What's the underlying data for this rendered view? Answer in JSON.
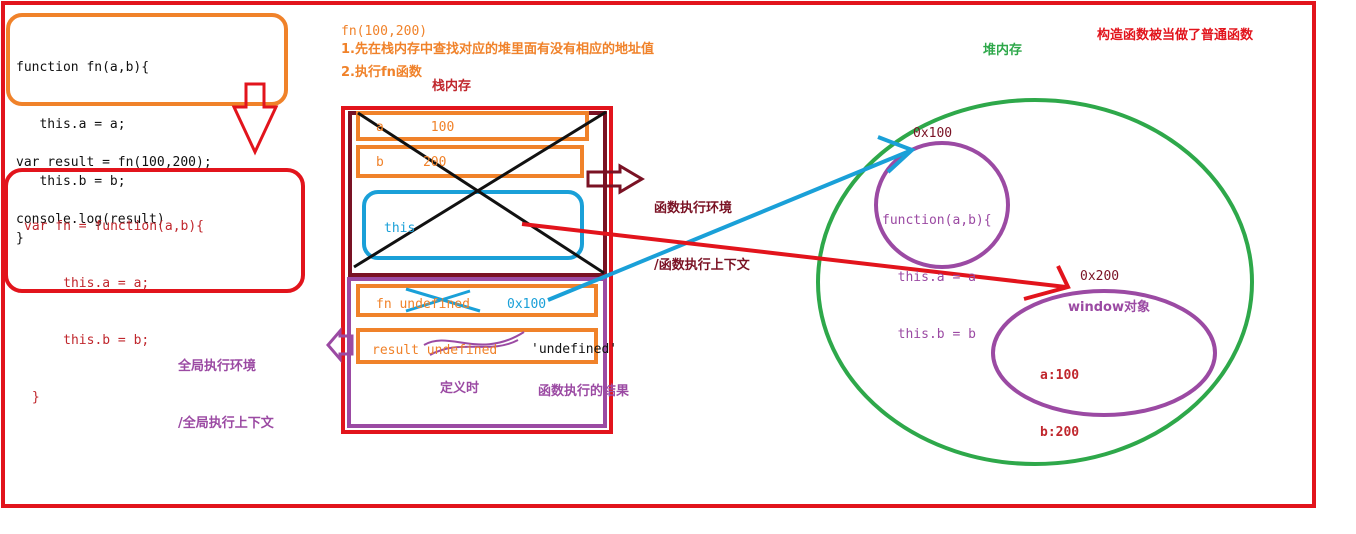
{
  "code_top": {
    "lines": [
      "function fn(a,b){",
      "   this.a = a;",
      "   this.b = b;",
      "}"
    ]
  },
  "code_call": {
    "lines": [
      "var result = fn(100,200);",
      "console.log(result)"
    ]
  },
  "code_expr": {
    "lines": [
      "var fn = function(a,b){",
      "     this.a = a;",
      "     this.b = b;",
      " }"
    ]
  },
  "notes": {
    "call": "fn(100,200)",
    "step1": "1.先在栈内存中查找对应的堆里面有没有相应的地址值",
    "step2": "2.执行fn函数",
    "stack_title": "栈内存",
    "heap_title": "堆内存",
    "constructor_note": "构造函数被当做了普通函数"
  },
  "stack": {
    "local": {
      "a_row": "a      100",
      "b_row": "b     200",
      "this_label": "this"
    },
    "local_label": [
      "函数执行环境",
      "/函数执行上下文"
    ],
    "global": {
      "fn_row": "fn undefined",
      "fn_addr": "0x100",
      "result_row": "result undefined",
      "result_val": "'undefined'",
      "define_label": "定义时",
      "result_label": "函数执行的结果"
    },
    "global_label": [
      "全局执行环境",
      "/全局执行上下文"
    ]
  },
  "heap": {
    "fn_obj": {
      "addr": "0x100",
      "lines": [
        "function(a,b){",
        "  this.a = a",
        "  this.b = b"
      ]
    },
    "window_obj": {
      "addr": "0x200",
      "title": "window对象",
      "props": [
        "a:100",
        "b:200"
      ]
    }
  },
  "colors": {
    "red": "#e2141c",
    "orange": "#f0822a",
    "purple": "#9b4aa3",
    "green": "#2ea84a",
    "blue": "#1aa0d8",
    "dark_red": "#7a1224",
    "crimson_text": "#c0272d"
  }
}
